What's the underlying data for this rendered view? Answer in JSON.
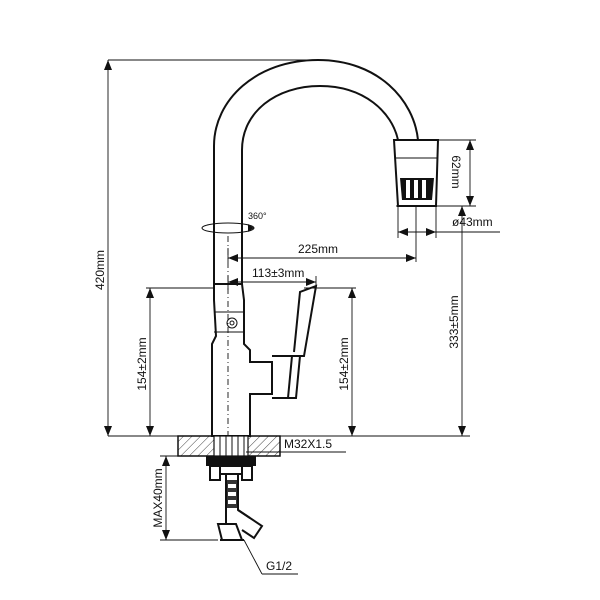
{
  "dimensions": {
    "total_height": "420mm",
    "spout_reach": "225mm",
    "spout_height": "333±5mm",
    "head_length": "62mm",
    "head_diameter": "ø43mm",
    "body_offset": "113±3mm",
    "body_height_left": "154±2mm",
    "body_height_right": "154±2mm",
    "thread": "M32X1.5",
    "max_mount": "MAX40mm",
    "connection": "G1/2",
    "rotation": "360°"
  }
}
